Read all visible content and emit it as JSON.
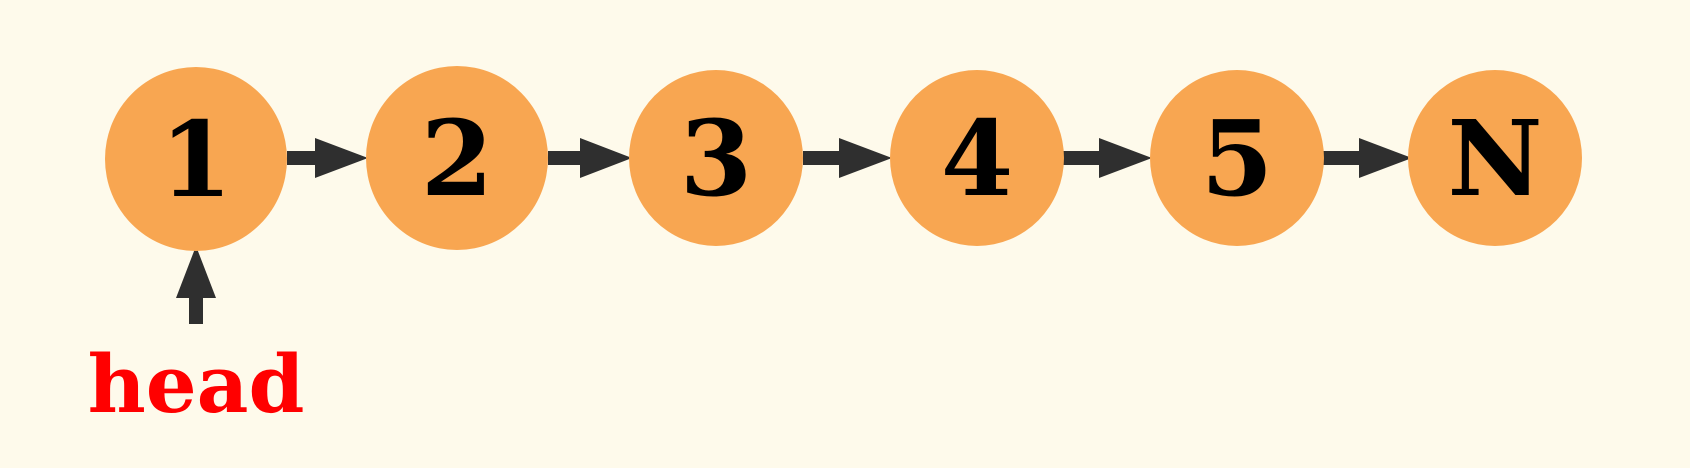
{
  "diagram": {
    "type": "linked-list",
    "nodes": [
      {
        "label": "1"
      },
      {
        "label": "2"
      },
      {
        "label": "3"
      },
      {
        "label": "4"
      },
      {
        "label": "5"
      },
      {
        "label": "N"
      }
    ],
    "head_pointer": {
      "label": "head",
      "points_to_index": 0
    },
    "colors": {
      "background": "#fefaeb",
      "node_fill": "#f8a651",
      "node_text": "#000000",
      "arrow": "#2f2f2f",
      "head_text": "#ff0000"
    }
  }
}
